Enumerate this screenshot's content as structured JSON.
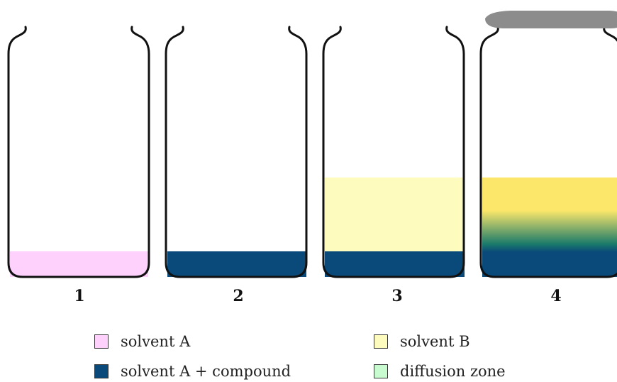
{
  "vials": [
    {
      "number": "1",
      "layers": [
        "solvent_a"
      ],
      "capped": false
    },
    {
      "number": "2",
      "layers": [
        "solvent_a_compound"
      ],
      "capped": false
    },
    {
      "number": "3",
      "layers": [
        "solvent_a_compound",
        "solvent_b"
      ],
      "capped": false
    },
    {
      "number": "4",
      "layers": [
        "solvent_a_compound",
        "diffusion_zone",
        "solvent_b"
      ],
      "capped": true
    }
  ],
  "legend": [
    {
      "key": "solvent_a",
      "label": "solvent A",
      "color": "#fdd1fb"
    },
    {
      "key": "solvent_a_compound",
      "label": "solvent A + compound",
      "color": "#0a4a7a"
    },
    {
      "key": "solvent_b",
      "label": "solvent B",
      "color": "#fdfbbe"
    },
    {
      "key": "diffusion_zone",
      "label": "diffusion zone",
      "color": "#c8fbd0"
    }
  ],
  "colors": {
    "outline": "#111111",
    "cap": "#8c8c8c",
    "solvent_b_vial4": "#fde76a",
    "diffusion_mid": "#1a7a6a"
  }
}
